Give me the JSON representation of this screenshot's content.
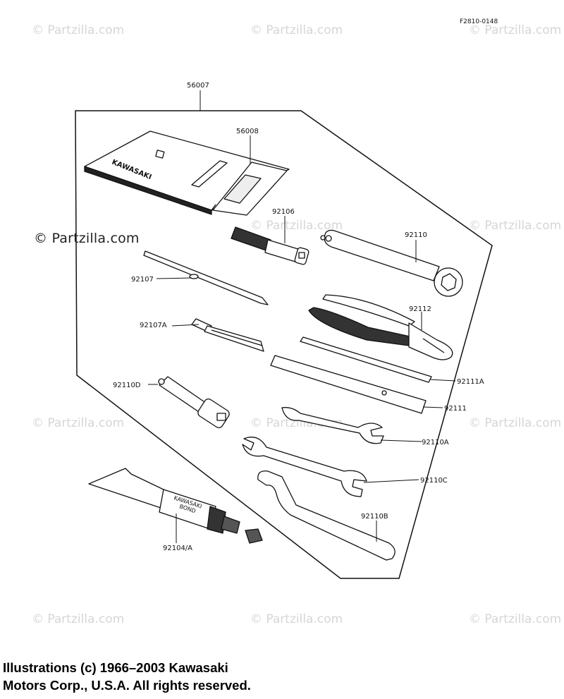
{
  "figure_id": "F2810-0148",
  "watermark": "© Partzilla.com",
  "watermark_brand": "Partzilla.com",
  "parts": [
    {
      "id": "p56007",
      "label": "56007"
    },
    {
      "id": "p56008",
      "label": "56008"
    },
    {
      "id": "p92106",
      "label": "92106"
    },
    {
      "id": "p92110",
      "label": "92110"
    },
    {
      "id": "p92107",
      "label": "92107"
    },
    {
      "id": "p92112",
      "label": "92112"
    },
    {
      "id": "p92107A",
      "label": "92107A"
    },
    {
      "id": "p92110D",
      "label": "92110D"
    },
    {
      "id": "p92111A",
      "label": "92111A"
    },
    {
      "id": "p92111",
      "label": "92111"
    },
    {
      "id": "p92110A",
      "label": "92110A"
    },
    {
      "id": "p92110C",
      "label": "92110C"
    },
    {
      "id": "p92110B",
      "label": "92110B"
    },
    {
      "id": "p92104A",
      "label": "92104/A"
    }
  ],
  "pouch_brand": "KAWASAKI",
  "tube_brand": "KAWASAKI",
  "tube_text": "BOND",
  "footer": {
    "line1": "Illustrations (c) 1966–2003 Kawasaki",
    "line2": "Motors Corp., U.S.A.  All rights reserved."
  }
}
